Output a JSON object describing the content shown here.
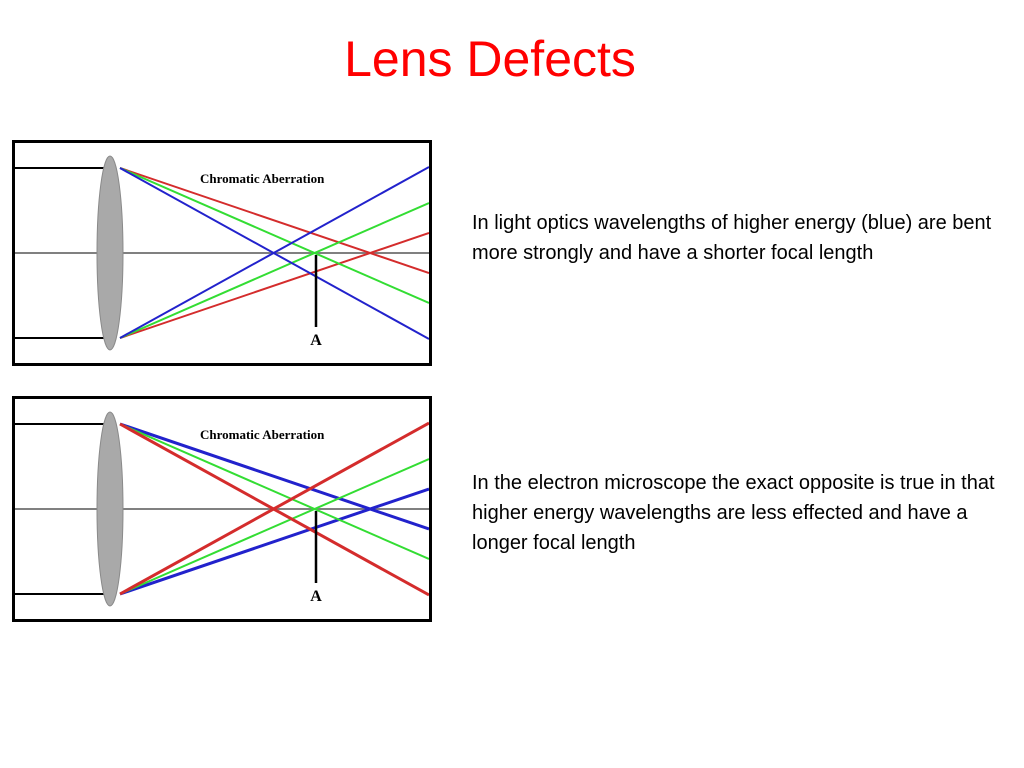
{
  "title": "Lens Defects",
  "colors": {
    "title": "#ff0000",
    "red": "#d42c2c",
    "green": "#33dd33",
    "blue": "#2222cc",
    "lens": "#a9a9a9",
    "axis": "#808080"
  },
  "diagrams": [
    {
      "heading": "Chromatic Aberration",
      "focal_label": "A",
      "focus_order_near_to_far": [
        "blue",
        "green",
        "red"
      ]
    },
    {
      "heading": "Chromatic Aberration",
      "focal_label": "A",
      "focus_order_near_to_far": [
        "red",
        "green",
        "blue"
      ]
    }
  ],
  "descriptions": [
    "In light optics wavelengths of higher energy (blue) are bent more strongly and have a shorter focal length",
    "In the electron microscope the exact opposite is true in that higher energy wavelengths are less effected and have a longer focal length"
  ]
}
